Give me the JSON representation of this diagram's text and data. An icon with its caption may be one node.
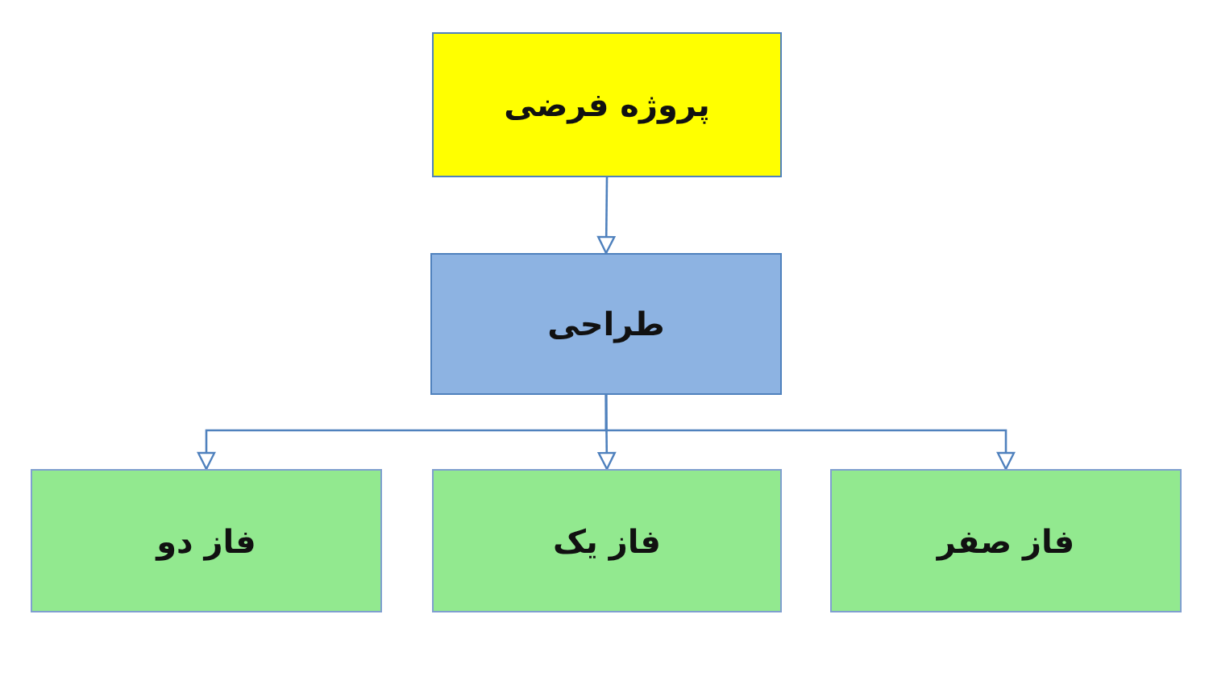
{
  "diagram": {
    "nodes": [
      {
        "text": [
          "پروژه فرضی"
        ]
      },
      {
        "text": [
          "طراحی"
        ]
      },
      {
        "text": [
          "فاز صفر"
        ]
      },
      {
        "text": [
          "فاز یک"
        ]
      },
      {
        "text": [
          "فاز دو"
        ]
      }
    ],
    "edges": [
      {
        "from": 0,
        "to": 1,
        "arrow": "to"
      },
      {
        "from": 1,
        "to": 2,
        "arrow": "to"
      },
      {
        "from": 1,
        "to": 3,
        "arrow": "to"
      },
      {
        "from": 1,
        "to": 4,
        "arrow": "to"
      }
    ]
  }
}
